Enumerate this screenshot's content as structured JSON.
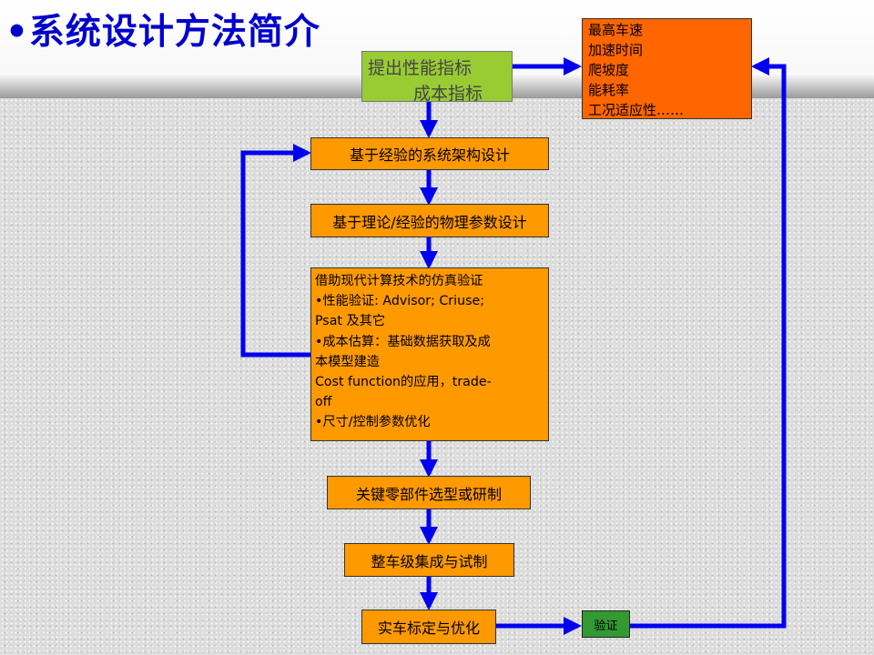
{
  "title": "•系统设计方法简介",
  "boxes": {
    "performance_line1": "提出性能指标",
    "performance_line2": "成本指标",
    "indicators": [
      "最高车速",
      "加速时间",
      "爬坡度",
      "能耗率",
      "工况适应性……"
    ],
    "architecture": "基于经验的系统架构设计",
    "physical": "基于理论/经验的物理参数设计",
    "simulation": [
      "借助现代计算技术的仿真验证",
      "•性能验证: Advisor; Criuse;",
      "Psat 及其它",
      "•成本估算：基础数据获取及成",
      "本模型建造",
      "Cost function的应用，trade-",
      "off",
      "•尺寸/控制参数优化"
    ],
    "components": "关键零部件选型或研制",
    "integration": "整车级集成与试制",
    "calibration": "实车标定与优化",
    "verify": "验证"
  },
  "colors": {
    "title": "#0000cc",
    "arrow": "#0000ee",
    "box_orange": "#ff9900",
    "box_indicators": "#ff6600",
    "box_green_light": "#99cc33",
    "box_green_dark": "#339933"
  }
}
